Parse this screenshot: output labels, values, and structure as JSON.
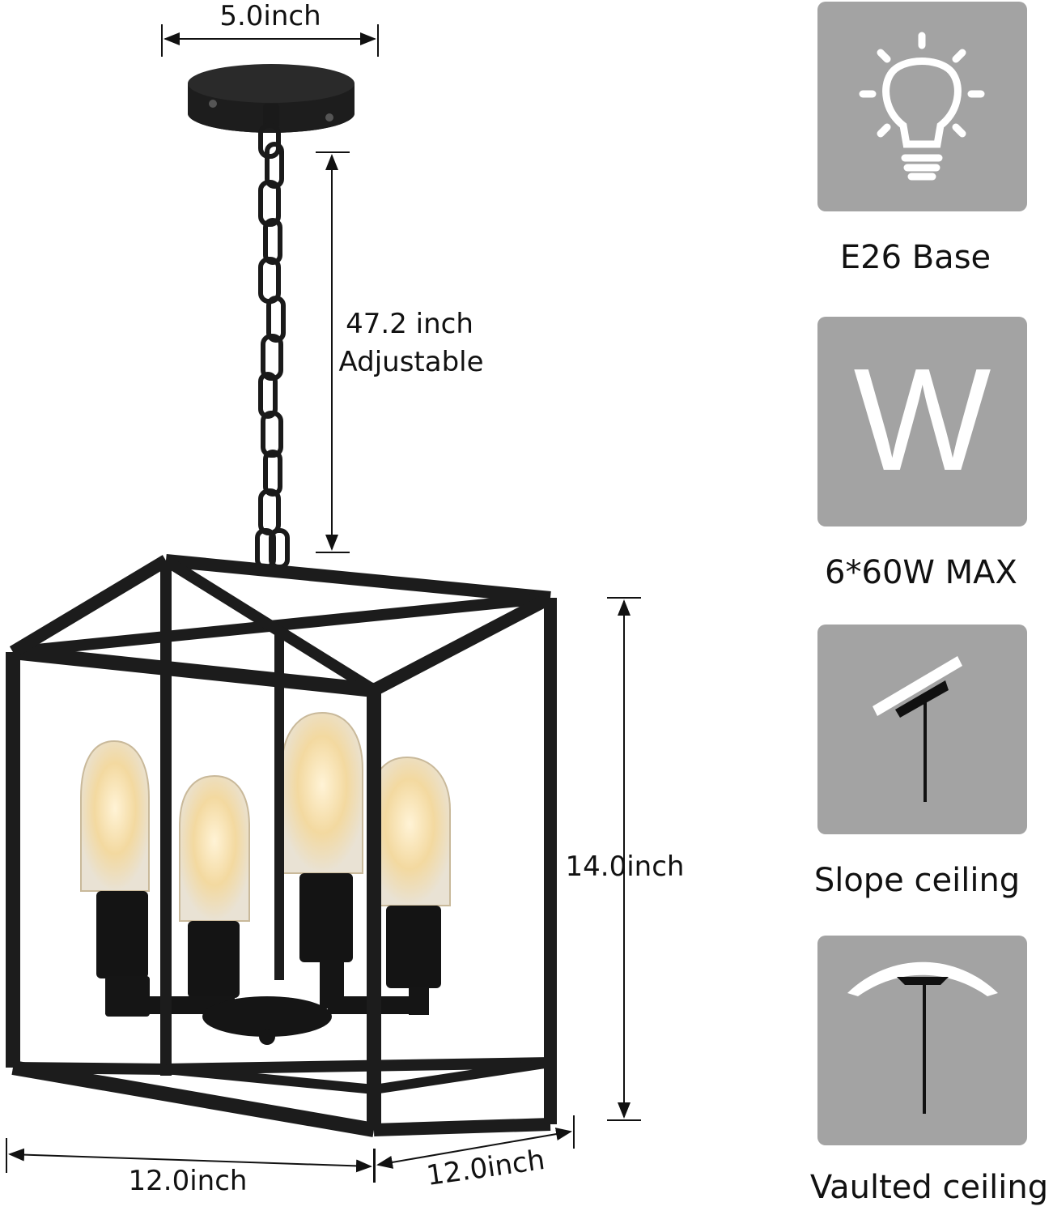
{
  "dimensions": {
    "canopy_width": "5.0inch",
    "chain_length": "47.2 inch",
    "chain_note": "Adjustable",
    "height": "14.0inch",
    "width": "12.0inch",
    "depth": "12.0inch"
  },
  "features": [
    {
      "icon": "lightbulb-icon",
      "label": "E26 Base"
    },
    {
      "icon": "wattage-icon",
      "text": "W",
      "label": "6*60W MAX"
    },
    {
      "icon": "slope-ceiling-icon",
      "label": "Slope ceiling"
    },
    {
      "icon": "vaulted-ceiling-icon",
      "label": "Vaulted ceiling"
    }
  ],
  "colors": {
    "tile_background": "#a3a3a3",
    "icon_foreground": "#ffffff",
    "metal_frame": "#1c1c1c",
    "bulb_glow": "#f3d9a0"
  }
}
